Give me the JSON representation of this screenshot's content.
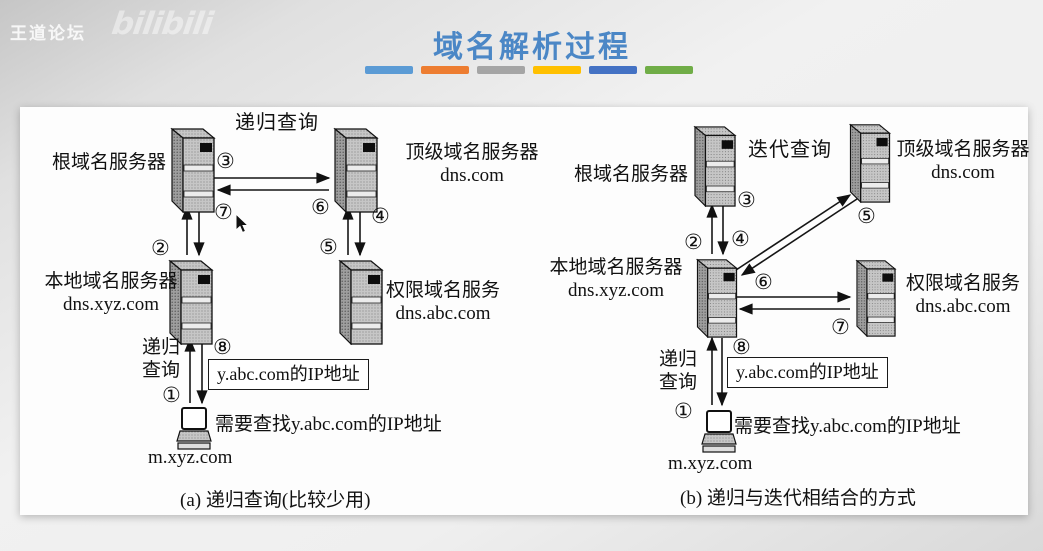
{
  "header": {
    "watermark_text": "王道论坛",
    "watermark_logo": "bilibili",
    "title": "域名解析过程",
    "dash_colors": [
      "#5B9BD5",
      "#ED7D31",
      "#A5A5A5",
      "#FFC000",
      "#4472C4",
      "#70AD47"
    ]
  },
  "diagram_a": {
    "query_mode_label": "递归查询",
    "root_server": "根域名服务器",
    "tld_server": "顶级域名服务器",
    "tld_domain": "dns.com",
    "local_server": "本地域名服务器",
    "local_domain": "dns.xyz.com",
    "auth_server": "权限域名服务",
    "auth_domain": "dns.abc.com",
    "recursive_vertical": [
      "递归",
      "查询"
    ],
    "ip_result_box": "y.abc.com的IP地址",
    "host_need": "需要查找y.abc.com的IP地址",
    "host_domain": "m.xyz.com",
    "caption": "(a) 递归查询(比较少用)",
    "steps": [
      "①",
      "②",
      "③",
      "④",
      "⑤",
      "⑥",
      "⑦",
      "⑧"
    ]
  },
  "diagram_b": {
    "query_mode_label": "迭代查询",
    "root_server": "根域名服务器",
    "tld_server": "顶级域名服务器",
    "tld_domain": "dns.com",
    "local_server": "本地域名服务器",
    "local_domain": "dns.xyz.com",
    "auth_server": "权限域名服务",
    "auth_domain": "dns.abc.com",
    "recursive_vertical": [
      "递归",
      "查询"
    ],
    "ip_result_box": "y.abc.com的IP地址",
    "host_need": "需要查找y.abc.com的IP地址",
    "host_domain": "m.xyz.com",
    "caption": "(b) 递归与迭代相结合的方式",
    "steps": [
      "①",
      "②",
      "③",
      "④",
      "⑤",
      "⑥",
      "⑦",
      "⑧"
    ]
  }
}
